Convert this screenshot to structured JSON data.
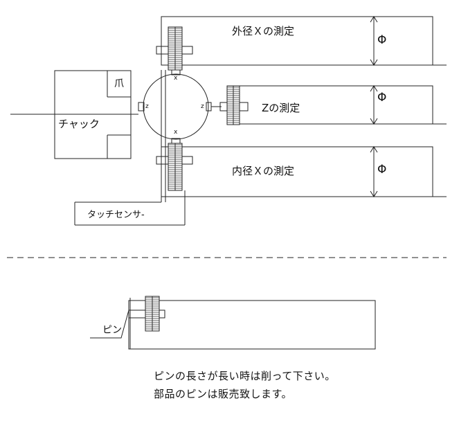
{
  "labels": {
    "outer_x": "外径Ｘの測定",
    "z_measure": "Zの測定",
    "inner_x": "内径Ｘの測定",
    "chuck": "チャック",
    "jaw": "爪",
    "touch_sensor": "タッチセンサ-",
    "pin": "ピン",
    "phi": "Φ",
    "probe_x": "x",
    "probe_z": "z"
  },
  "note": {
    "line1": "ピンの長さが長い時は削って下さい。",
    "line2": "部品のピンは販売致します。"
  }
}
